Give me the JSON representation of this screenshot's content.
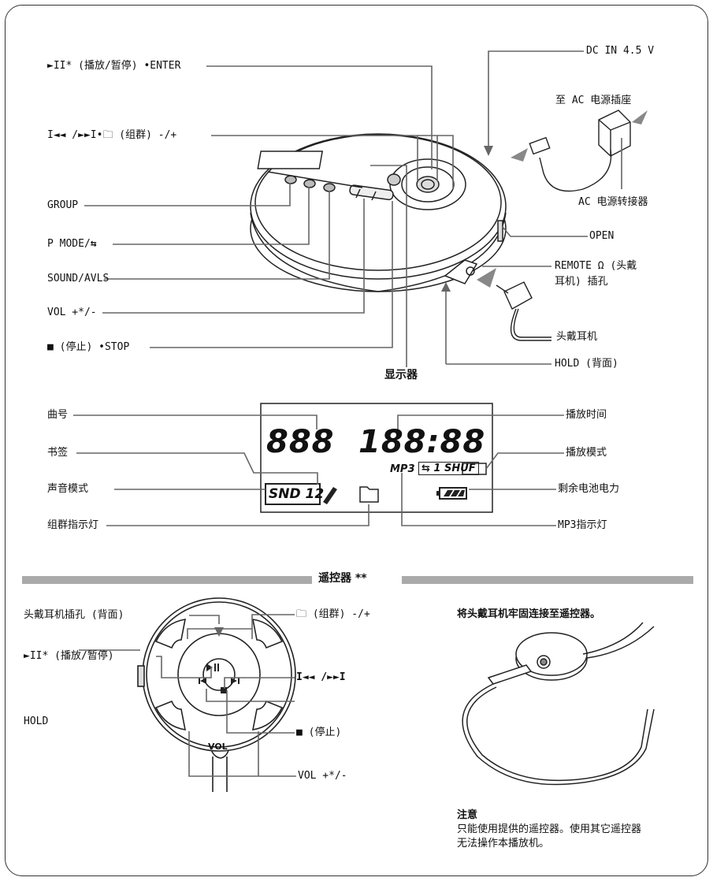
{
  "player": {
    "play_pause_enter": "►II* (播放/暂停) •ENTER",
    "skip_group": "I◄◄ /►►I•🗀 (组群) -/+",
    "group": "GROUP",
    "p_mode": "P MODE/",
    "sound_avls": "SOUND/AVLS",
    "vol": "VOL +*/-",
    "stop": "■ (停止) •STOP",
    "display": "显示器",
    "dc_in": "DC IN 4.5 V",
    "to_ac_outlet": "至 AC 电源插座",
    "ac_adaptor": "AC 电源转接器",
    "open": "OPEN",
    "remote_jack_line1": "REMOTE Ω (头戴",
    "remote_jack_line2": "耳机) 插孔",
    "headphones": "头戴耳机",
    "hold_back": "HOLD (背面)"
  },
  "display_panel": {
    "track_number": "曲号",
    "bookmark": "书签",
    "sound_mode": "声音模式",
    "group_indicator": "组群指示灯",
    "play_time": "播放时间",
    "play_mode": "播放模式",
    "battery": "剩余电池电力",
    "mp3_indicator": "MP3指示灯",
    "lcd_track": "888",
    "lcd_time": "188:88",
    "lcd_snd": "SND 12",
    "lcd_mp3": "MP3",
    "lcd_shuf": "1 SHUF"
  },
  "remote_section": {
    "title": "遥控器 **",
    "headphone_jack_back": "头戴耳机插孔 (背面)",
    "play_pause": "►II* (播放/暂停)",
    "hold": "HOLD",
    "group_pm": "🗀 (组群) -/+",
    "skip": "I◄◄ /►►I",
    "stop": "■ (停止)",
    "vol": "VOL +*/-",
    "vol_label": "VOL",
    "attach_caption": "将头戴耳机牢固连接至遥控器。",
    "note_title": "注意",
    "note_line1": "只能使用提供的遥控器。使用其它遥控器",
    "note_line2": "无法操作本播放机。"
  }
}
